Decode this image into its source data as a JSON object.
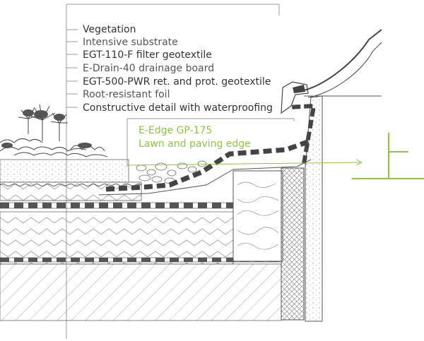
{
  "labels": [
    "Vegetation",
    "Intensive substrate",
    "EGT-110-F filter geotextile",
    "E-Drain-40 drainage board",
    "EGT-500-PWR ret. and prot. geotextile",
    "Root-resistant foil",
    "Constructive detail with waterproofing"
  ],
  "product": {
    "name": "E-Edge GP-175",
    "description": "Lawn and paving edge"
  },
  "colors": {
    "accent": "#8cc63f",
    "line": "#555555"
  }
}
